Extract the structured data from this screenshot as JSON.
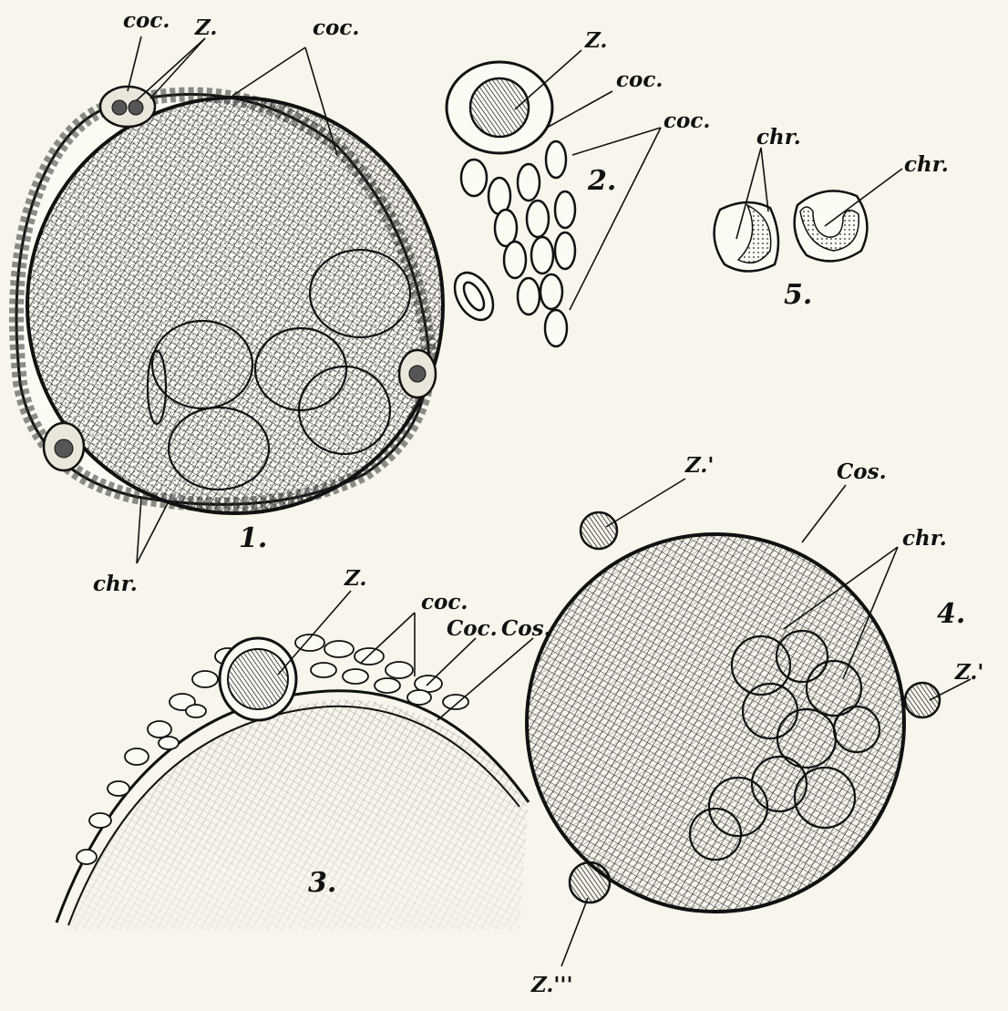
{
  "figures": {
    "fig1": {
      "number": "1.",
      "labels": {
        "coc_left": "coc.",
        "z": "Z.",
        "coc_right": "coc.",
        "chr": "chr."
      }
    },
    "fig2": {
      "number": "2.",
      "labels": {
        "z": "Z.",
        "coc_top": "coc.",
        "coc_right": "coc."
      }
    },
    "fig3": {
      "number": "3.",
      "labels": {
        "z": "Z.",
        "coc": "coc.",
        "coc_cap": "Coc.",
        "cos": "Cos."
      }
    },
    "fig4": {
      "number": "4.",
      "labels": {
        "z1": "Z.'",
        "cos": "Cos.",
        "chr": "chr.",
        "z2": "Z.'",
        "z3": "Z.'''"
      }
    },
    "fig5": {
      "number": "5.",
      "labels": {
        "chr_left": "chr.",
        "chr_right": "chr."
      }
    }
  },
  "colors": {
    "ink": "#111111",
    "paper": "#f7f5ec"
  }
}
